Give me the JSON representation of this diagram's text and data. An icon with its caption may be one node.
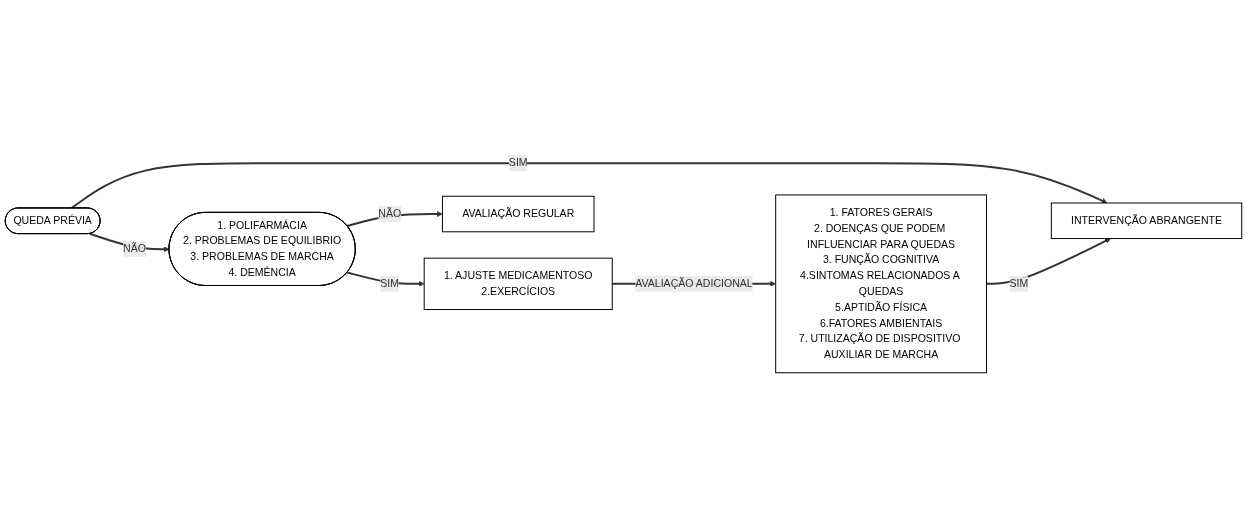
{
  "diagram": {
    "nodes": [
      {
        "text": [
          "QUEDA PRÉVIA"
        ]
      },
      {
        "text": [
          "INTERVENÇÃO ABRANGENTE"
        ]
      },
      {
        "text": [
          "1. POLIFARMÁCIA",
          "2. PROBLEMAS DE EQUILIBRIO",
          "3. PROBLEMAS DE MARCHA",
          "4. DEMÊNCIA"
        ]
      },
      {
        "text": [
          "1. AJUSTE MEDICAMENTOSO",
          "2.EXERCÍCIOS"
        ]
      },
      {
        "text": [
          "AVALIAÇÃO REGULAR"
        ]
      },
      {
        "text": [
          "1. FATORES GERAIS",
          "2. DOENÇAS QUE PODEM INFLUENCIAR PARA QUEDAS",
          "3. FUNÇÃO COGNITIVA",
          "4.SINTOMAS RELACIONADOS A QUEDAS",
          "5.APTIDÃO FÍSICA",
          "6.FATORES AMBIENTAIS",
          "7. UTILIZAÇÃO DE DISPOSITIVO AUXILIAR DE MARCHA"
        ]
      }
    ],
    "edges": [
      {
        "from": 0,
        "to": 1,
        "arrow": "to",
        "label": "SIM"
      },
      {
        "from": 0,
        "to": 2,
        "arrow": "to",
        "label": "NÃO"
      },
      {
        "from": 2,
        "to": 3,
        "arrow": "to",
        "label": "SIM"
      },
      {
        "from": 2,
        "to": 4,
        "arrow": "to",
        "label": "NÃO"
      },
      {
        "from": 3,
        "to": 5,
        "arrow": "to",
        "label": "AVALIAÇÃO ADICIONAL"
      },
      {
        "from": 5,
        "to": 1,
        "arrow": "to",
        "label": "SIM"
      }
    ]
  }
}
